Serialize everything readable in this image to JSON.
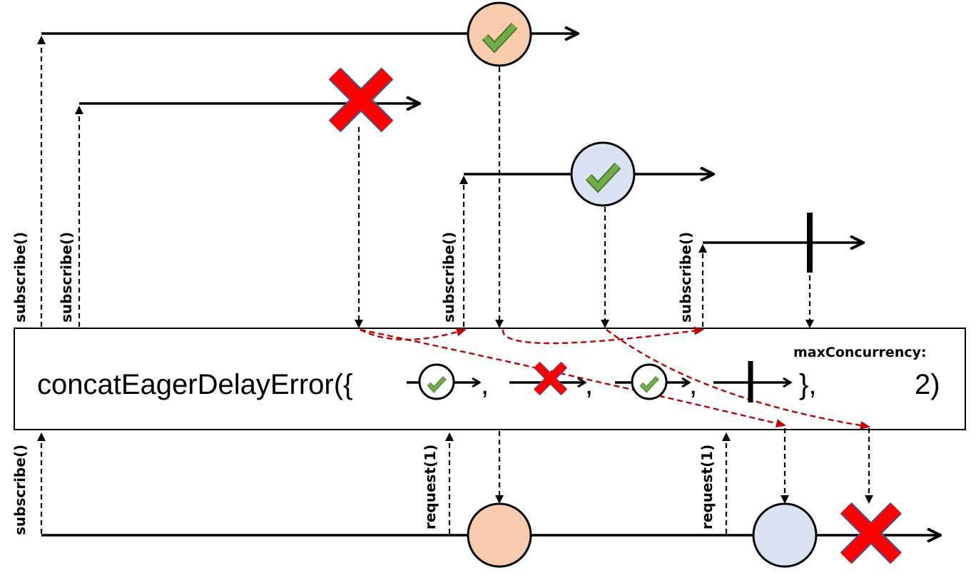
{
  "operator": {
    "name_text": "concatEagerDelayError({",
    "sep1": ",",
    "sep2": ",",
    "sep3": ",",
    "close_text": "},",
    "param_label": "maxConcurrency:",
    "param_value": "2)"
  },
  "labels": {
    "subscribe": "subscribe()",
    "request": "request(1)"
  },
  "colors": {
    "orange_item": "#f8cbad",
    "blue_item": "#dae3f3",
    "check_green": "#70ad47",
    "error_red": "#ff0000",
    "request_arrow_red": "#c00000"
  },
  "icons": [
    "check-icon",
    "error-x-icon",
    "complete-bar-icon",
    "arrow-head-icon"
  ]
}
